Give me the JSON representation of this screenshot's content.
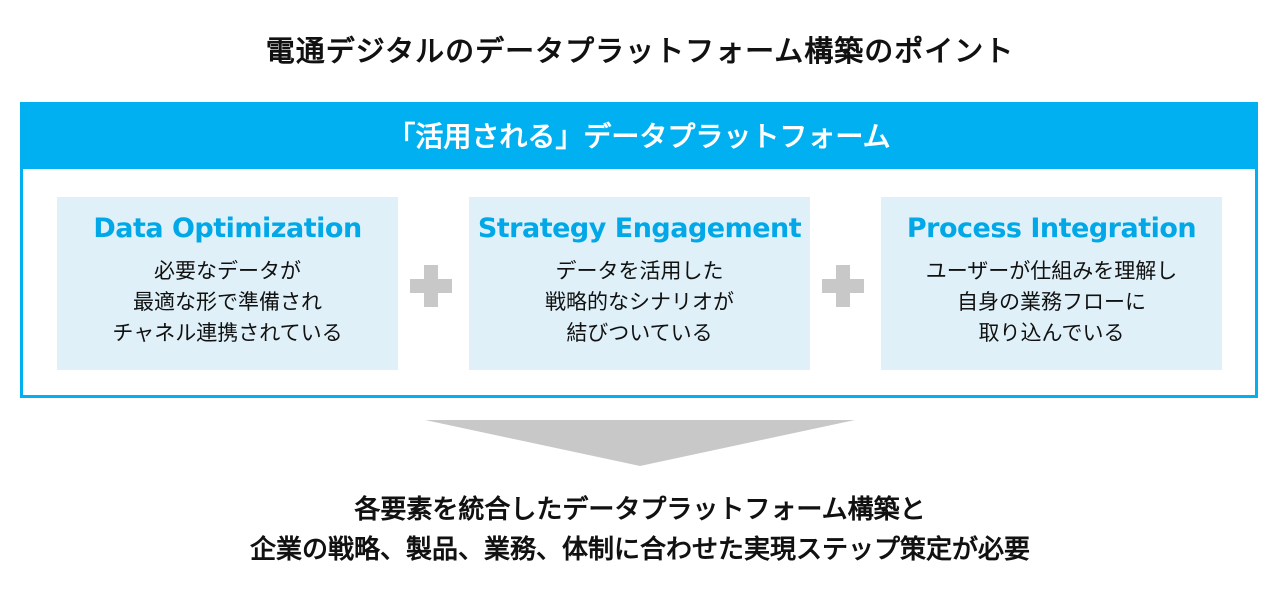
{
  "title": "電通デジタルのデータプラットフォーム構築のポイント",
  "platform": {
    "heading": "「活用される」データプラットフォーム",
    "pillars": [
      {
        "name": "Data Optimization",
        "lines": [
          "必要なデータが",
          "最適な形で準備され",
          "チャネル連携されている"
        ]
      },
      {
        "name": "Strategy Engagement",
        "lines": [
          "データを活用した",
          "戦略的なシナリオが",
          "結びついている"
        ]
      },
      {
        "name": "Process Integration",
        "lines": [
          "ユーザーが仕組みを理解し",
          "自身の業務フローに",
          "取り込んでいる"
        ]
      }
    ]
  },
  "conclusion": {
    "lines": [
      "各要素を統合したデータプラットフォーム構築と",
      "企業の戦略、製品、業務、体制に合わせた実現ステップ策定が必要"
    ]
  },
  "colors": {
    "accent": "#00b0f0",
    "card_bg": "#dff0f8",
    "connector": "#c8c8c8"
  }
}
